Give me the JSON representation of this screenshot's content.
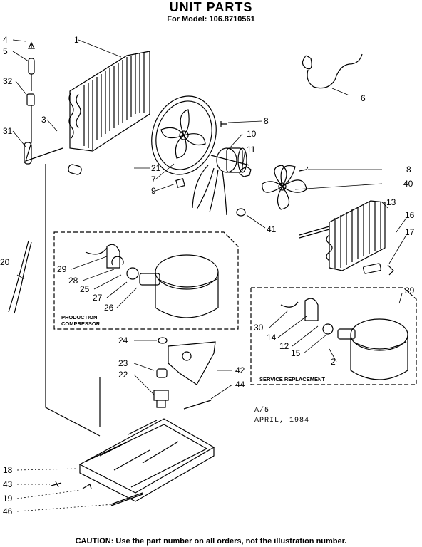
{
  "header": {
    "title": "UNIT PARTS",
    "model": "For Model: 106.8710561"
  },
  "note": {
    "line1": "A/5",
    "line2": "APRIL, 1984"
  },
  "boxes": {
    "production_line1": "PRODUCTION",
    "production_line2": "COMPRESSOR",
    "service": "SERVICE REPLACEMENT"
  },
  "footer": {
    "caution": "CAUTION: Use the part number on all orders, not the illustration number."
  },
  "callouts": {
    "c1": "1",
    "c2": "2",
    "c3": "3",
    "c4": "4",
    "c5": "5",
    "c6": "6",
    "c7": "7",
    "c8a": "8",
    "c8b": "8",
    "c9": "9",
    "c10": "10",
    "c11": "11",
    "c12": "12",
    "c13": "13",
    "c14": "14",
    "c15": "15",
    "c16": "16",
    "c17": "17",
    "c18": "18",
    "c19": "19",
    "c20": "20",
    "c21": "21",
    "c22": "22",
    "c23": "23",
    "c24": "24",
    "c25": "25",
    "c26": "26",
    "c27": "27",
    "c28": "28",
    "c29": "29",
    "c30": "30",
    "c31": "31",
    "c32": "32",
    "c39": "39",
    "c40": "40",
    "c41": "41",
    "c42": "42",
    "c43": "43",
    "c44": "44",
    "c46": "46"
  }
}
